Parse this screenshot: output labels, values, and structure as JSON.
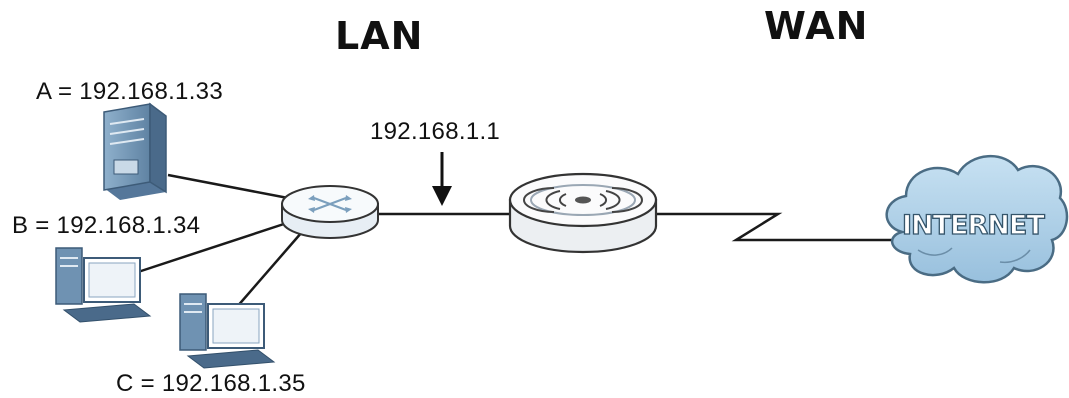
{
  "sections": {
    "lan": "LAN",
    "wan": "WAN"
  },
  "hosts": {
    "a": "A = 192.168.1.33",
    "b": "B = 192.168.1.34",
    "c": "C = 192.168.1.35"
  },
  "gateway": {
    "ip": "192.168.1.1"
  },
  "cloud": {
    "label": "INTERNET"
  },
  "colors": {
    "cloud_fill": "#a9cde6",
    "cloud_outline": "#4a6c84",
    "device_blue": "#7b9fbd",
    "line": "#1a1a1a"
  },
  "icons": [
    "server-icon",
    "desktop-computer-icon",
    "switch-icon",
    "router-icon",
    "cloud-icon",
    "arrow-down-icon",
    "lightning-link-icon"
  ]
}
